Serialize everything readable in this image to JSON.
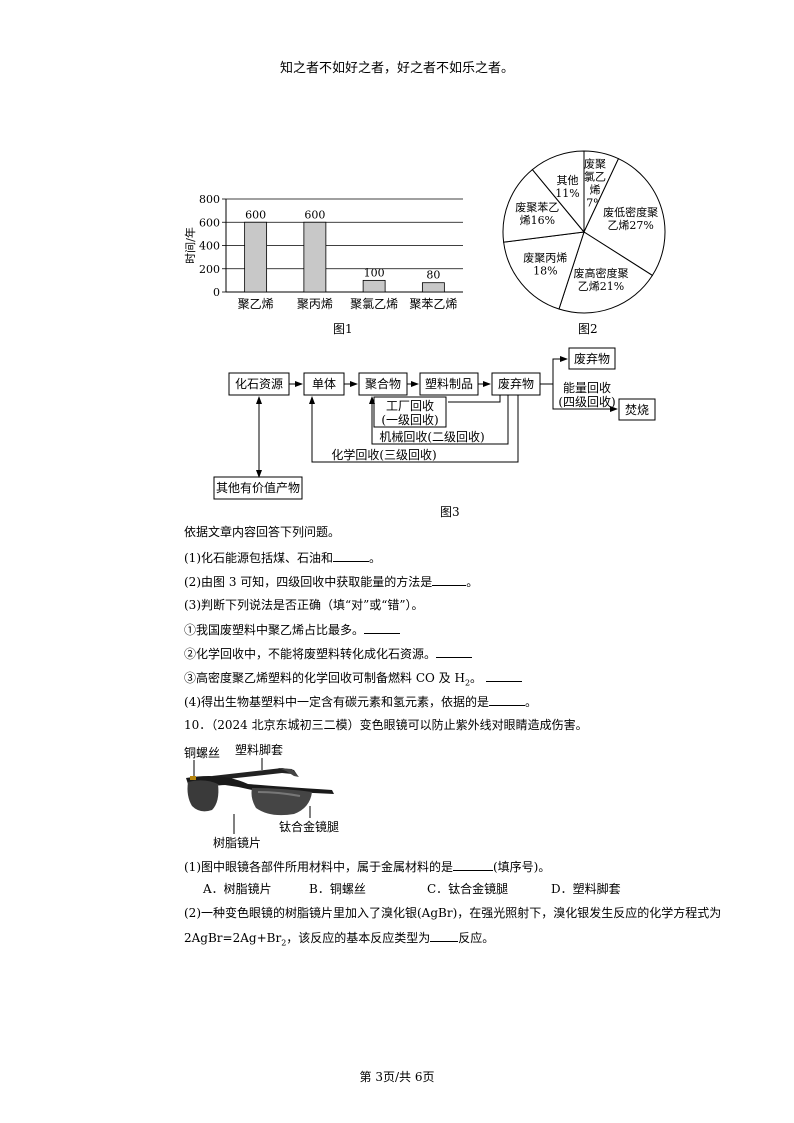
{
  "header": "知之者不如好之者，好之者不如乐之者。",
  "footer": "第 3页/共 6页",
  "fig1": {
    "caption": "图1",
    "chart_data": {
      "type": "bar",
      "ylabel": "时间/年",
      "categories": [
        "聚乙烯",
        "聚丙烯",
        "聚氯乙烯",
        "聚苯乙烯"
      ],
      "values": [
        600,
        600,
        100,
        80
      ],
      "data_labels": [
        "600",
        "600",
        "100",
        "80"
      ],
      "ylim": [
        0,
        800
      ],
      "yticks": [
        "0",
        "200",
        "400",
        "600",
        "800"
      ],
      "grid": true,
      "bar_color": "#c8c8c8"
    }
  },
  "fig2": {
    "caption": "图2",
    "chart_data": {
      "type": "pie",
      "slices": [
        {
          "label": [
            "废聚",
            "氯乙",
            "烯",
            "7%"
          ],
          "value": 7
        },
        {
          "label": [
            "废低密度聚",
            "乙烯27%"
          ],
          "value": 27
        },
        {
          "label": [
            "废高密度聚",
            "乙烯21%"
          ],
          "value": 21
        },
        {
          "label": [
            "废聚丙烯",
            "18%"
          ],
          "value": 18
        },
        {
          "label": [
            "废聚苯乙",
            "烯16%"
          ],
          "value": 16
        },
        {
          "label": [
            "其他",
            "11%"
          ],
          "value": 11
        }
      ]
    }
  },
  "fig3": {
    "caption": "图3",
    "boxes": {
      "fossil": "化石资源",
      "monomer": "单体",
      "polymer": "聚合物",
      "plastic": "塑料制品",
      "waste": "废弃物",
      "discard": "废弃物",
      "burn": "焚烧",
      "other": "其他有价值产物"
    },
    "labels": {
      "factory1": "工厂回收",
      "factory2": "(一级回收)",
      "mech": "机械回收(二级回收)",
      "chem": "化学回收(三级回收)",
      "energy1": "能量回收",
      "energy2": "(四级回收)"
    }
  },
  "questions": {
    "intro": "依据文章内容回答下列问题。",
    "q1": "(1)化石能源包括煤、石油和",
    "q2a": "(2)由图 3 可知，四级回收中获取能量的方法是",
    "q3": "(3)判断下列说法是否正确（填“对”或“错”）。",
    "q3_1": "①我国废塑料中聚乙烯占比最多。",
    "q3_2": "②化学回收中，不能将废塑料转化成化石资源。",
    "q3_3a": "③高密度聚乙烯塑料的化学回收可制备燃料 CO 及 H",
    "q3_3sub": "2",
    "q4": "(4)得出生物基塑料中一定含有碳元素和氢元素，依据的是",
    "q10": "10．（2024 北京东城初三二模）变色眼镜可以防止紫外线对眼睛造成伤害。",
    "glasses_labels": {
      "copper": "铜螺丝",
      "pad": "塑料脚套",
      "titanium": "钛合金镜腿",
      "lens": "树脂镜片"
    },
    "q10_1": "(1)图中眼镜各部件所用材料中，属于金属材料的是",
    "q10_1end": "(填序号)。",
    "options": [
      "A．树脂镜片",
      "B．铜螺丝",
      "C．钛合金镜腿",
      "D．塑料脚套"
    ],
    "q10_2a": "(2)一种变色眼镜的树脂镜片里加入了溴化银(AgBr)，在强光照射下，溴化银发生反应的化学方程式为",
    "q10_2b": "2AgBr=2Ag+Br",
    "q10_2sub": "2",
    "q10_2c": "，该反应的基本反应类型为",
    "q10_2d": "反应。",
    "period": "。"
  }
}
